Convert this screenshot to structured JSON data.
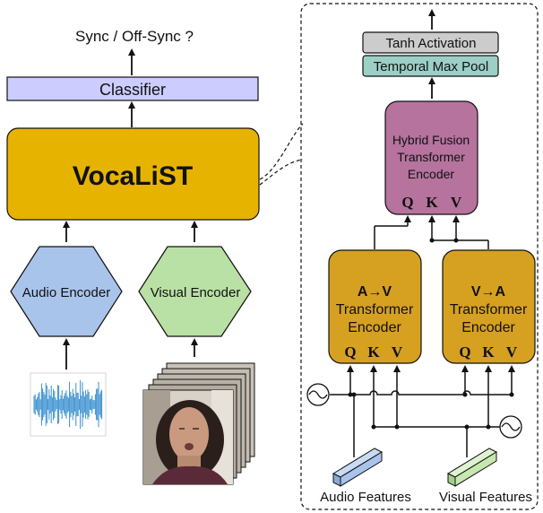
{
  "left": {
    "output_text": "Sync / Off-Sync ?",
    "classifier_label": "Classifier",
    "vocalist_label": "VocaLiST",
    "audio_encoder_label": "Audio Encoder",
    "visual_encoder_label": "Visual Encoder"
  },
  "right": {
    "tanh_label": "Tanh Activation",
    "maxpool_label": "Temporal Max Pool",
    "hybrid_line1": "Hybrid Fusion",
    "hybrid_line2": "Transformer",
    "hybrid_line3": "Encoder",
    "av_title": "A→V",
    "va_title": "V→A",
    "encoder_line1": "Transformer",
    "encoder_line2": "Encoder",
    "q": "Q",
    "k": "K",
    "v": "V",
    "audio_features_label": "Audio Features",
    "visual_features_label": "Visual Features"
  },
  "colors": {
    "classifier": "#ccccff",
    "vocalist": "#e6b400",
    "audio_encoder": "#a9c4eb",
    "visual_encoder": "#b9e0a5",
    "tanh": "#cccccc",
    "maxpool": "#9ccfc5",
    "hybrid": "#b5739d",
    "cross_encoder": "#d6a020",
    "waveform": "#3a8fd0",
    "audio_feature_bar": "#a9c4eb",
    "visual_feature_bar": "#c6e8b0"
  }
}
